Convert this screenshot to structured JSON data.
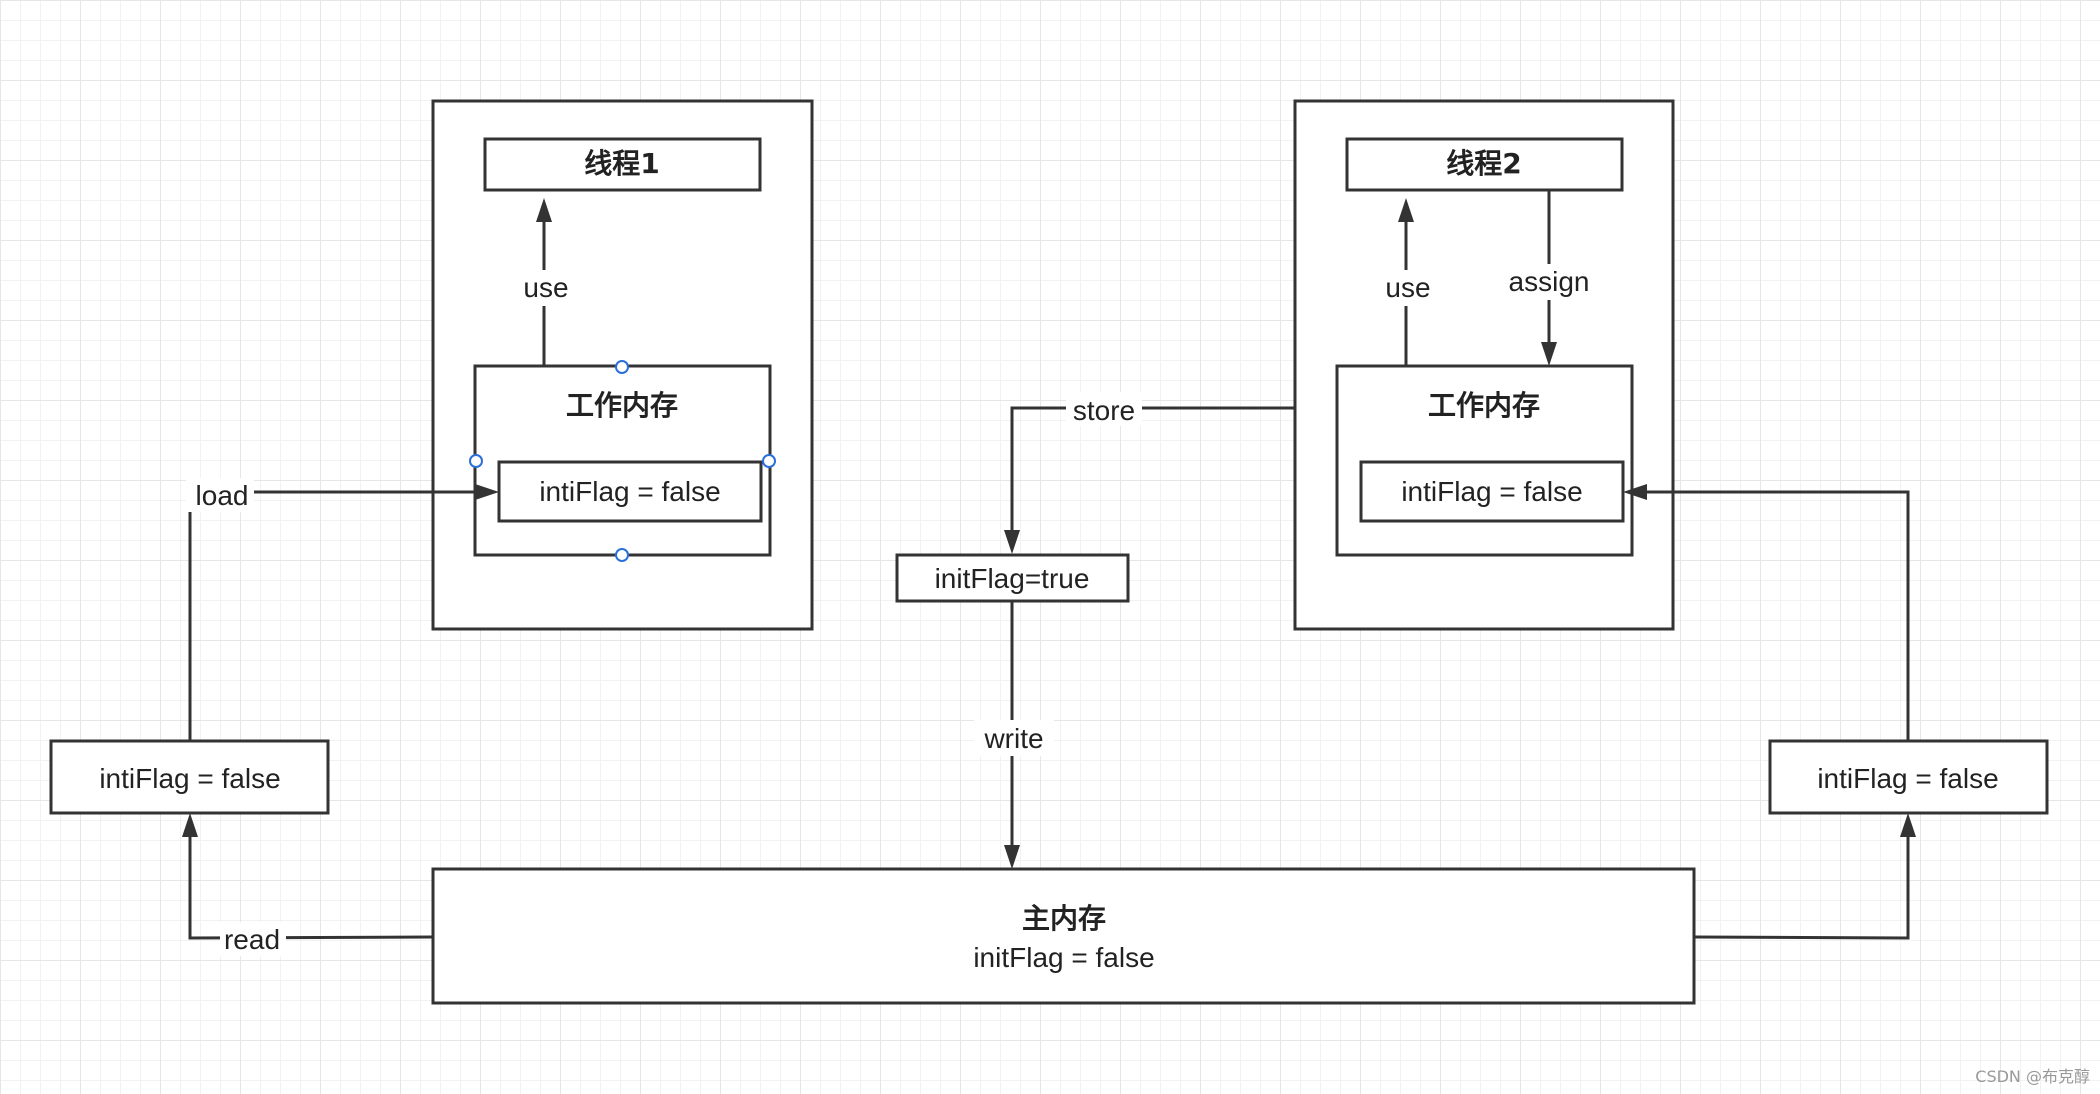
{
  "colors": {
    "stroke": "#333333",
    "text": "#222222",
    "selection_handle": "#2a6fdb",
    "grid": "#e6e6e6",
    "watermark": "#999999"
  },
  "thread1": {
    "title": "线程1",
    "working_memory_label": "工作内存",
    "var_value": "intiFlag = false",
    "use_label": "use"
  },
  "thread2": {
    "title": "线程2",
    "working_memory_label": "工作内存",
    "var_value": "intiFlag = false",
    "use_label": "use",
    "assign_label": "assign"
  },
  "store_label": "store",
  "write_label": "write",
  "transfer_box": "initFlag=true",
  "left_copy": {
    "value": "intiFlag = false",
    "load_label": "load",
    "read_label": "read"
  },
  "right_copy": {
    "value": "intiFlag = false"
  },
  "main_memory": {
    "title": "主内存",
    "value": "initFlag = false"
  },
  "watermark": "CSDN @布克醇"
}
